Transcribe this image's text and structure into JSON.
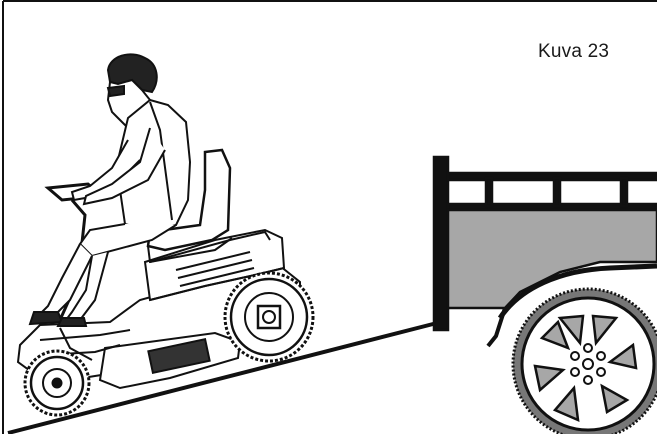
{
  "figure": {
    "caption": "Kuva 23",
    "colors": {
      "line": "#111111",
      "trailer_fill": "#a7a7a7",
      "background": "#ffffff"
    },
    "illustration": {
      "rider": "person-driving-ride-on-mower",
      "machine": "ride-on-mower",
      "ramp": "loading-ramp",
      "trailer": "trailer-with-wheel"
    }
  }
}
